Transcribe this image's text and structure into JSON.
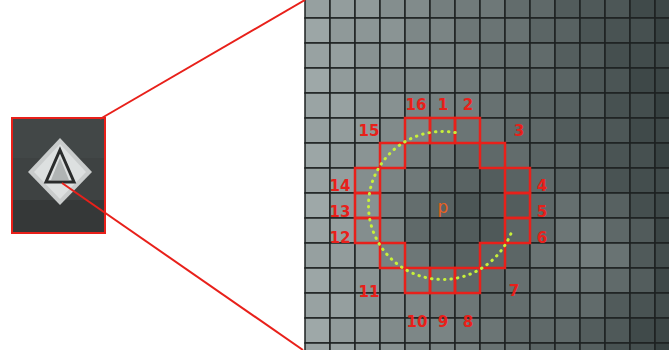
{
  "diagram": {
    "labels": [
      "1",
      "2",
      "3",
      "4",
      "5",
      "6",
      "7",
      "8",
      "9",
      "10",
      "11",
      "12",
      "13",
      "14",
      "15",
      "16",
      "p"
    ]
  }
}
